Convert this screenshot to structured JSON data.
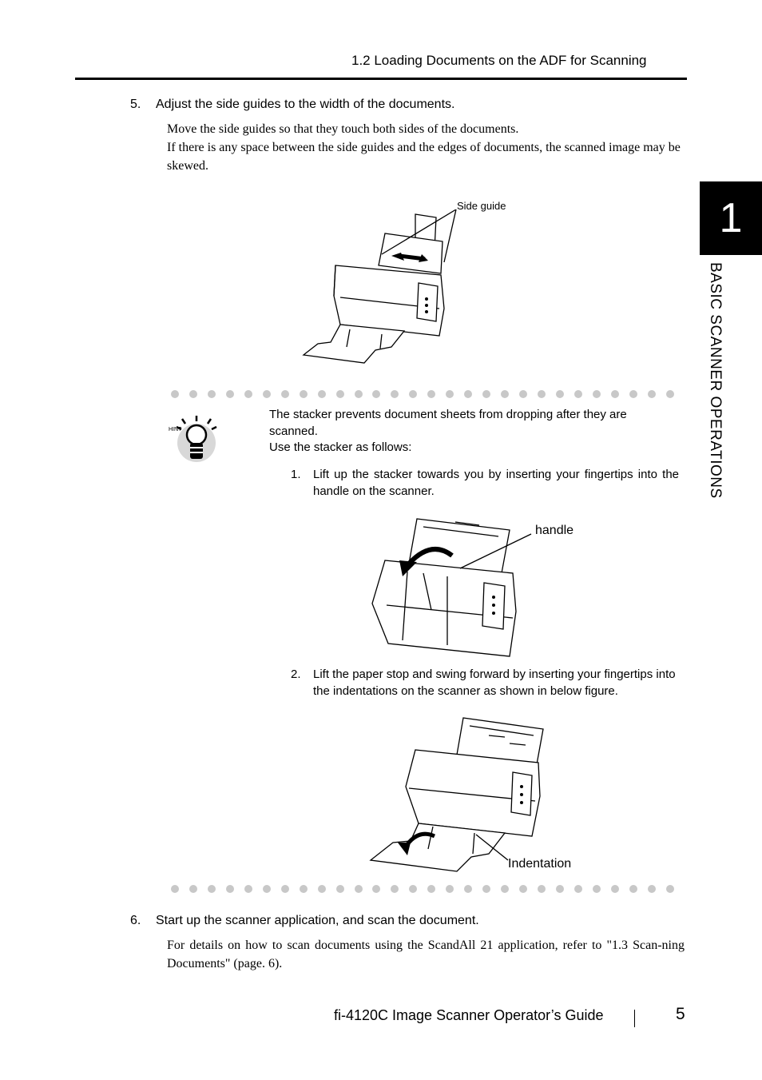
{
  "header": {
    "section_title": "1.2 Loading Documents on the ADF for Scanning"
  },
  "chapter": {
    "number": "1",
    "title": "BASIC SCANNER OPERATIONS"
  },
  "step5": {
    "number": "5.",
    "heading": "Adjust the side guides to the width of the documents.",
    "body_line1": "Move the side guides so that they touch both sides of the documents.",
    "body_line2": "If there is any space between the side guides and the edges of documents, the scanned image may be skewed.",
    "figure_caption": "Side guide"
  },
  "hint": {
    "icon_label": "HINT",
    "intro": "The stacker prevents document sheets from dropping after they are scanned.",
    "intro2": "Use the stacker as follows:",
    "sub1": {
      "number": "1.",
      "text": "Lift up the stacker towards you by inserting your fingertips into the handle on the scanner.",
      "caption": "handle"
    },
    "sub2": {
      "number": "2.",
      "text": "Lift the paper stop and swing forward by inserting your fingertips into the indentations on the scanner as shown in below figure.",
      "caption": "Indentation"
    }
  },
  "step6": {
    "number": "6.",
    "heading": "Start up the scanner application, and scan the document.",
    "body": "For details on how to scan documents using the ScandAll 21 application, refer to \"1.3 Scan-ning Documents\" (page. 6)."
  },
  "footer": {
    "guide_title": "fi-4120C Image Scanner Operator’s Guide",
    "page_number": "5"
  }
}
